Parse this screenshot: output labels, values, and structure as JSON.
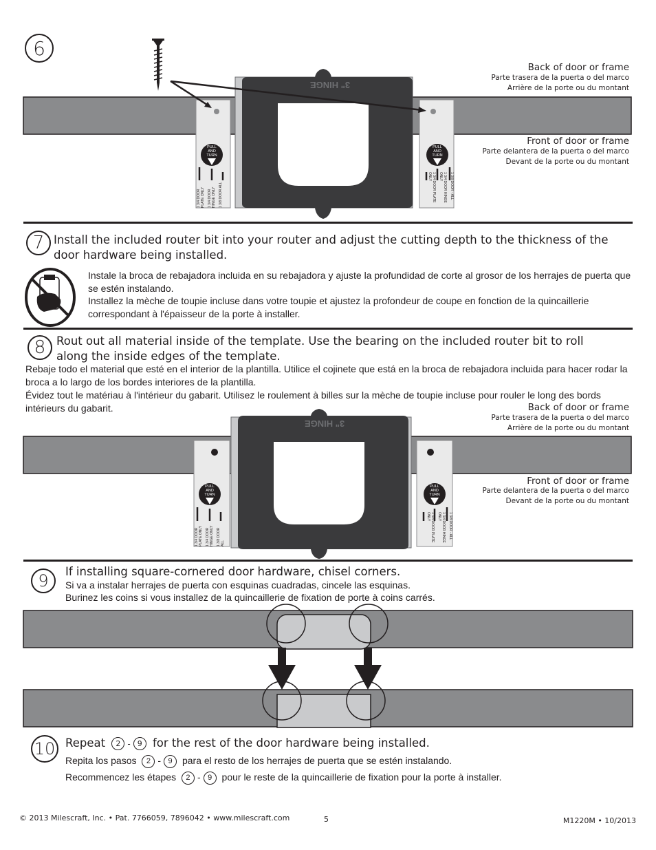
{
  "steps": {
    "s6": {
      "num": "6"
    },
    "s7": {
      "num": "7",
      "en": "Install the included router bit into your router and adjust the cutting depth to the thickness of the door hardware being installed.",
      "es": "Instale la broca de rebajadora incluida en su rebajadora y ajuste la profundidad de corte al grosor de los herrajes de puerta que se estén instalando.",
      "fr": "Installez la mèche de toupie incluse dans votre toupie et ajustez la profondeur de coupe en fonction de la quincaillerie correspondant à l'épaisseur de la porte à installer."
    },
    "s8": {
      "num": "8",
      "en": "Rout out all material inside of the template. Use the bearing on the included router bit to roll along the inside edges of the template.",
      "es": "Rebaje todo el material que esté en el interior de la plantilla. Utilice el cojinete que está en la broca de rebajadora incluida para hacer rodar la broca a lo largo de los bordes interiores de la plantilla.",
      "fr": "Évidez tout le matériau à l'intérieur du gabarit. Utilisez le roulement à billes sur la mèche de toupie incluse pour rouler le long des bords intérieurs du gabarit."
    },
    "s9": {
      "num": "9",
      "en": "If installing square-cornered door hardware, chisel corners.",
      "es": "Si va a instalar herrajes de puerta con esquinas cuadradas, cincele las esquinas.",
      "fr": "Burinez les coins si vous installez de la quincaillerie de fixation de porte à coins carrés."
    },
    "s10": {
      "num": "10",
      "en_pre": "Repeat",
      "en_a": "2",
      "en_dash": "-",
      "en_b": "9",
      "en_post": "for the rest of the door hardware being installed.",
      "es_pre": "Repita los pasos",
      "es_post": "para el resto de los herrajes de puerta que se estén instalando.",
      "fr_pre": "Recommencez les étapes",
      "fr_post": "pour le reste de la quincaillerie de fixation pour la porte à installer."
    }
  },
  "labels": {
    "back_en": "Back of door or frame",
    "back_es": "Parte trasera de la puerta o del marco",
    "back_fr": "Arrière de la porte ou du montant",
    "front_en": "Front of door or frame",
    "front_es": "Parte delantera de la puerta o del marco",
    "front_fr": "Devant de la porte ou du montant"
  },
  "template": {
    "hinge": "3\" HINGE",
    "pull1": "PULL",
    "pull2": "AND",
    "pull3": "TURN",
    "left_marks": [
      "1 3/4 DOOR PLATE ONLY",
      "1 3/4 DOOR HINGE ONLY",
      "1 3/8 DOOR ALL"
    ],
    "right_marks": [
      "1 3/8 DOOR - ALL",
      "1 3/4 DOOR HINGE ONLY",
      "1 3/4 DOOR PLATE ONLY"
    ]
  },
  "footer": {
    "copyright": "© 2013 Milescraft, Inc. • Pat. 7766059, 7896042 • www.milescraft.com",
    "page": "5",
    "code": "M1220M • 10/2013"
  }
}
